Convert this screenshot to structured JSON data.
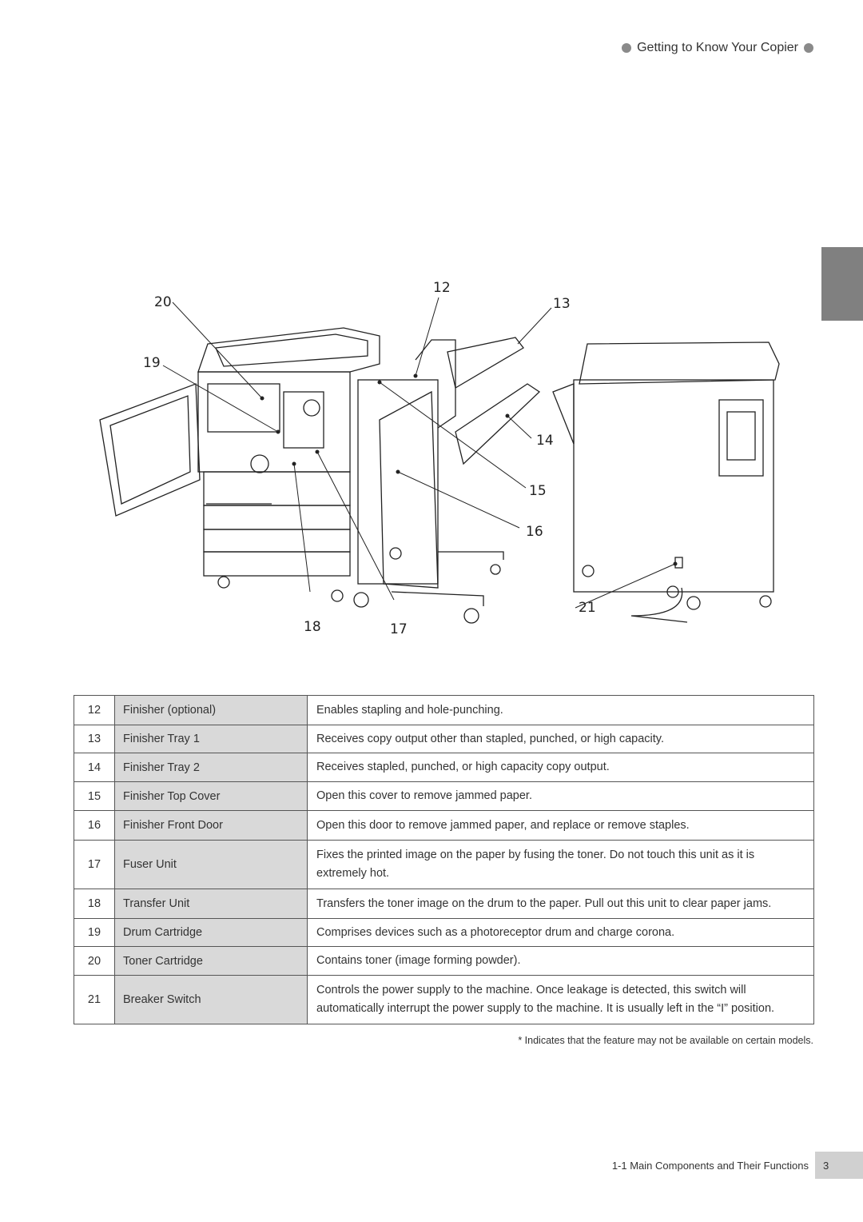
{
  "header": {
    "title": "Getting to Know Your Copier"
  },
  "callouts": [
    "12",
    "13",
    "14",
    "15",
    "16",
    "17",
    "18",
    "19",
    "20",
    "21"
  ],
  "rows": [
    {
      "num": "12",
      "name": "Finisher (optional)",
      "desc": "Enables stapling and hole-punching."
    },
    {
      "num": "13",
      "name": "Finisher Tray 1",
      "desc": "Receives copy output other than stapled, punched, or high capacity."
    },
    {
      "num": "14",
      "name": "Finisher Tray 2",
      "desc": "Receives stapled, punched, or high capacity copy output."
    },
    {
      "num": "15",
      "name": "Finisher Top Cover",
      "desc": "Open this cover to remove jammed paper."
    },
    {
      "num": "16",
      "name": "Finisher Front Door",
      "desc": "Open this door to remove jammed paper, and replace or remove staples."
    },
    {
      "num": "17",
      "name": "Fuser Unit",
      "desc": "Fixes the printed image on the paper by fusing the toner. Do not touch this unit as it is extremely hot."
    },
    {
      "num": "18",
      "name": "Transfer Unit",
      "desc": "Transfers the toner image on the drum to the paper. Pull out this unit to clear paper jams."
    },
    {
      "num": "19",
      "name": "Drum Cartridge",
      "desc": "Comprises devices such as a photoreceptor drum and charge corona."
    },
    {
      "num": "20",
      "name": "Toner Cartridge",
      "desc": "Contains toner (image forming powder)."
    },
    {
      "num": "21",
      "name": "Breaker Switch",
      "desc": "Controls the power supply to the machine. Once leakage is detected, this switch will automatically interrupt the power supply to the machine. It is usually left in the “I” position."
    }
  ],
  "footnote": "* Indicates that the feature may not be available on certain models.",
  "footer": {
    "section": "1-1 Main Components and Their Functions",
    "page": "3"
  }
}
